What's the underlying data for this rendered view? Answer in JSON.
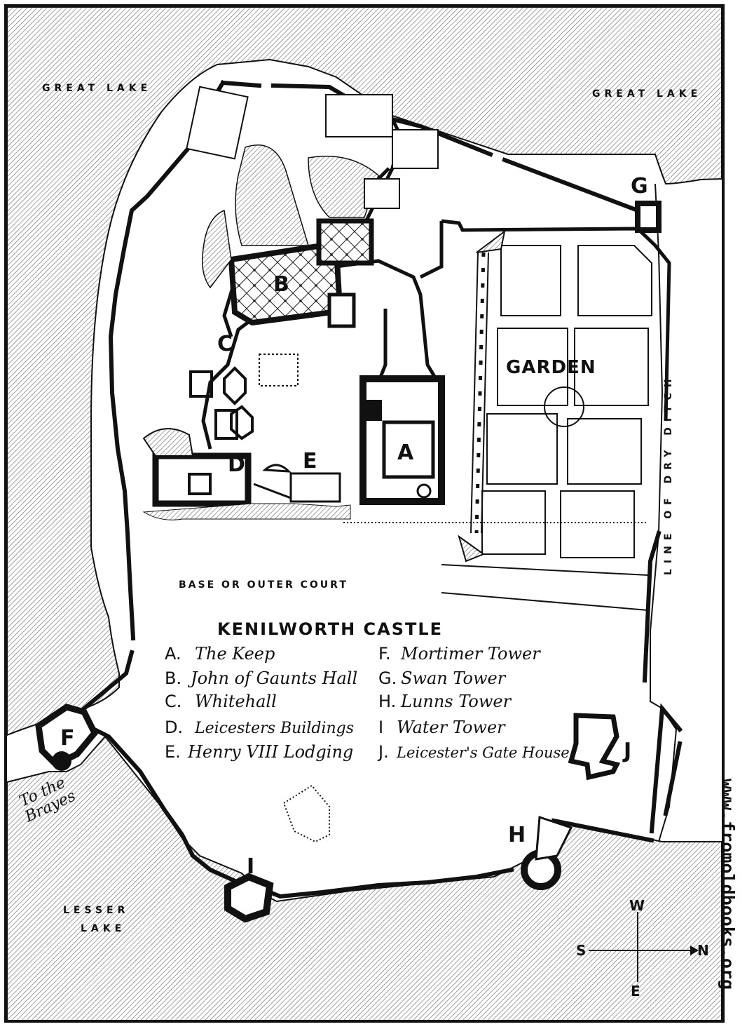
{
  "map": {
    "title": "KENILWORTH CASTLE",
    "water": {
      "great_lake_left": "GREAT LAKE",
      "great_lake_right": "GREAT LAKE",
      "lesser_lake_line1": "LESSER",
      "lesser_lake_line2": "LAKE"
    },
    "areas": {
      "garden": "GARDEN",
      "outer_court": "BASE OR OUTER COURT",
      "dry_ditch": "LINE OF DRY DITCH",
      "to_the": "To the",
      "brayes": "Brayes"
    },
    "plan_letters": {
      "a": "A",
      "b": "B",
      "c": "C",
      "d": "D",
      "e": "E",
      "f": "F",
      "g": "G",
      "h": "H",
      "i": "I",
      "j": "J"
    },
    "legend": [
      {
        "key": "A.",
        "label": "The Keep"
      },
      {
        "key": "B.",
        "label": "John of Gaunts Hall"
      },
      {
        "key": "C.",
        "label": "Whitehall"
      },
      {
        "key": "D.",
        "label": "Leicesters Buildings"
      },
      {
        "key": "E.",
        "label": "Henry VIII Lodging"
      },
      {
        "key": "F.",
        "label": "Mortimer Tower"
      },
      {
        "key": "G.",
        "label": "Swan Tower"
      },
      {
        "key": "H.",
        "label": "Lunns Tower"
      },
      {
        "key": "I",
        "label": "Water Tower"
      },
      {
        "key": "J.",
        "label": "Leicester's Gate House"
      }
    ],
    "compass": {
      "n": "N",
      "s": "S",
      "e": "E",
      "w": "W"
    },
    "watermark": "www.fromoldbooks.org",
    "colors": {
      "ink": "#111111",
      "paper": "#ffffff",
      "water_hatch": "#8a8a8a"
    }
  }
}
